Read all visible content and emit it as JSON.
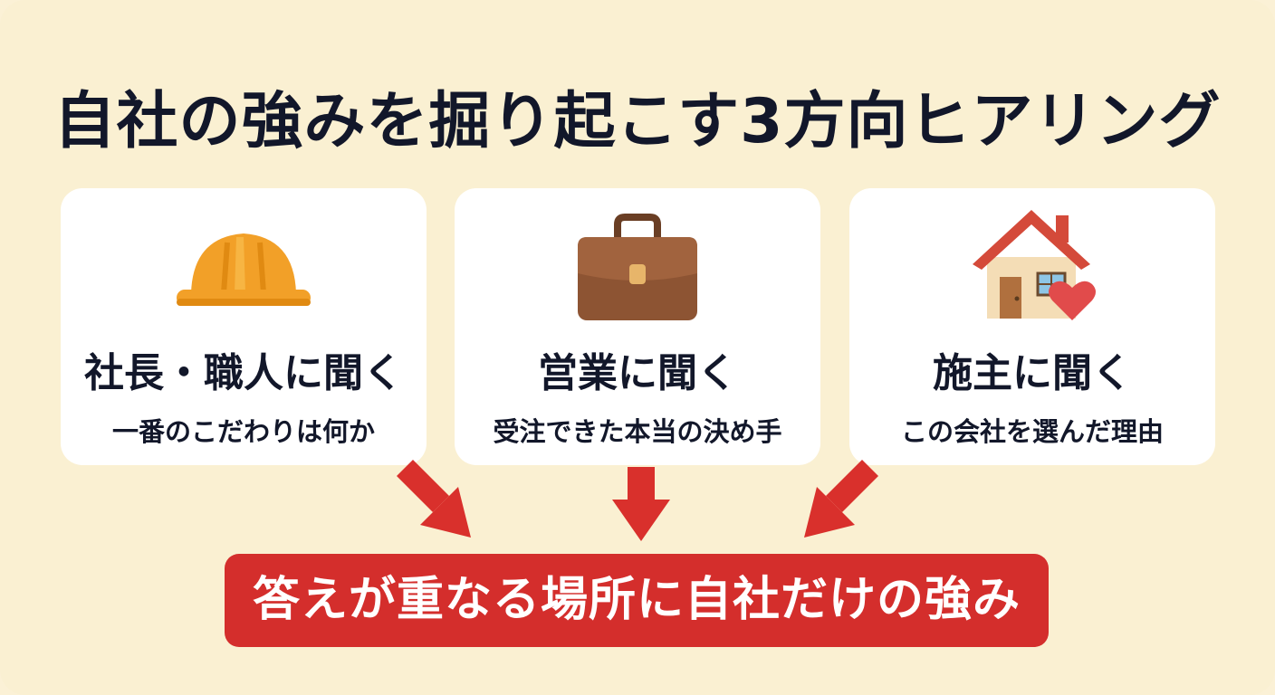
{
  "title": "自社の強みを掘り起こす3方向ヒアリング",
  "cards": [
    {
      "heading": "社長・職人に聞く",
      "sub": "一番のこだわりは何か",
      "icon": "hard-hat-icon"
    },
    {
      "heading": "営業に聞く",
      "sub": "受注できた本当の決め手",
      "icon": "briefcase-icon"
    },
    {
      "heading": "施主に聞く",
      "sub": "この会社を選んだ理由",
      "icon": "house-heart-icon"
    }
  ],
  "result": "答えが重なる場所に自社だけの強み",
  "colors": {
    "background": "#FAF0D2",
    "card": "#FFFFFF",
    "accent_red": "#D42E2C",
    "text": "#12172A"
  }
}
